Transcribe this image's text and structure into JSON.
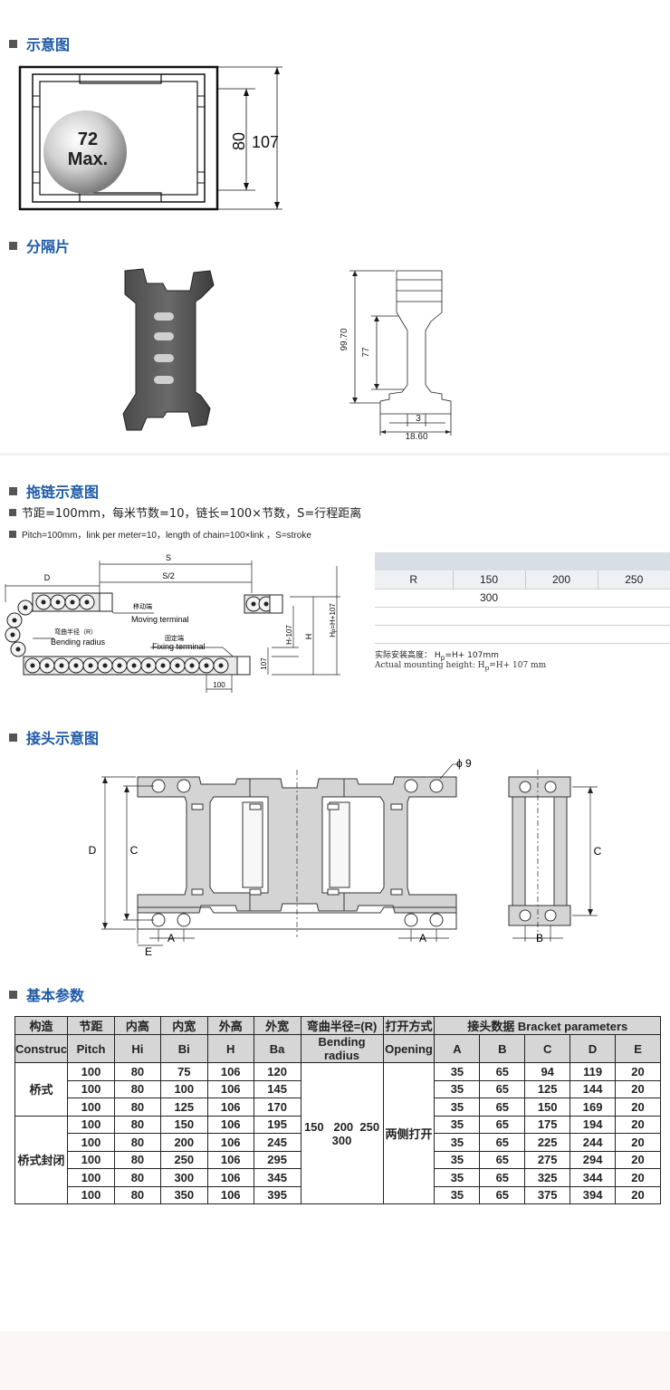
{
  "sections": {
    "diagram_title": "示意图",
    "separator_title": "分隔片",
    "chain_title": "拖链示意图",
    "joint_title": "接头示意图",
    "params_title": "基本参数"
  },
  "cross_section": {
    "max_top": "72",
    "max_bottom": "Max.",
    "inner_height": "80",
    "outer_height": "107"
  },
  "separator": {
    "height_total": "99.70",
    "height_inner": "77",
    "width_small": "3",
    "width_total": "18.60"
  },
  "chain_notes": {
    "cn": "节距=100mm，每米节数=10，链长=100×节数，S=行程距离",
    "en": "Pitch=100mm，link per meter=10，length of chain=100×link ，S=stroke"
  },
  "chain_diagram": {
    "s": "S",
    "s_half": "S/2",
    "d": "D",
    "moving_cn": "移动端",
    "moving_en": "Moving terminal",
    "bending_cn": "弯曲半径（R）",
    "bending_en": "Bending radius",
    "fixing_cn": "固定端",
    "fixing_en": "Fixing terminal",
    "h_minus": "H-107",
    "h": "H",
    "hp": "H",
    "hp_sub": "p",
    "hp_rest": "=H+107",
    "h107": "107",
    "pitch": "100"
  },
  "r_table": {
    "r_label": "R",
    "values_row1": [
      "150",
      "200",
      "250"
    ],
    "values_row2": [
      "300"
    ],
    "mount_cn_pre": "实际安装高度：",
    "mount_cn_h": "H",
    "mount_cn_sub": "p",
    "mount_cn_post": "=H+ 107mm",
    "mount_en": "Actual mounting height: H",
    "mount_en_sub": "p",
    "mount_en_post": "=H+ 107 mm"
  },
  "joint_diagram": {
    "phi": "ϕ 9",
    "d": "D",
    "c_left": "C",
    "a_left": "A",
    "e": "E",
    "a_right": "A",
    "c_right": "C",
    "b": "B"
  },
  "params_table": {
    "headers_cn": [
      "构造",
      "节距",
      "内高",
      "内宽",
      "外高",
      "外宽",
      "弯曲半径=(R)",
      "打开方式",
      "接头数据  Bracket parameters"
    ],
    "headers_en": [
      "Construc",
      "Pitch",
      "Hi",
      "Bi",
      "H",
      "Ba",
      "Bending radius",
      "Opening"
    ],
    "bracket_cols": [
      "A",
      "B",
      "C",
      "D",
      "E"
    ],
    "group1": "桥式",
    "group2": "桥式封闭",
    "bending_top": "150   200  250",
    "bending_bottom": "300",
    "opening": "两侧打开",
    "rows": [
      [
        "100",
        "80",
        "75",
        "106",
        "120",
        "35",
        "65",
        "94",
        "119",
        "20"
      ],
      [
        "100",
        "80",
        "100",
        "106",
        "145",
        "35",
        "65",
        "125",
        "144",
        "20"
      ],
      [
        "100",
        "80",
        "125",
        "106",
        "170",
        "35",
        "65",
        "150",
        "169",
        "20"
      ],
      [
        "100",
        "80",
        "150",
        "106",
        "195",
        "35",
        "65",
        "175",
        "194",
        "20"
      ],
      [
        "100",
        "80",
        "200",
        "106",
        "245",
        "35",
        "65",
        "225",
        "244",
        "20"
      ],
      [
        "100",
        "80",
        "250",
        "106",
        "295",
        "35",
        "65",
        "275",
        "294",
        "20"
      ],
      [
        "100",
        "80",
        "300",
        "106",
        "345",
        "35",
        "65",
        "325",
        "344",
        "20"
      ],
      [
        "100",
        "80",
        "350",
        "106",
        "395",
        "35",
        "65",
        "375",
        "394",
        "20"
      ]
    ]
  },
  "colors": {
    "title_blue": "#1e5aa8",
    "part_gray": "#d4d4d4",
    "header_gray": "#d6d6d6"
  }
}
